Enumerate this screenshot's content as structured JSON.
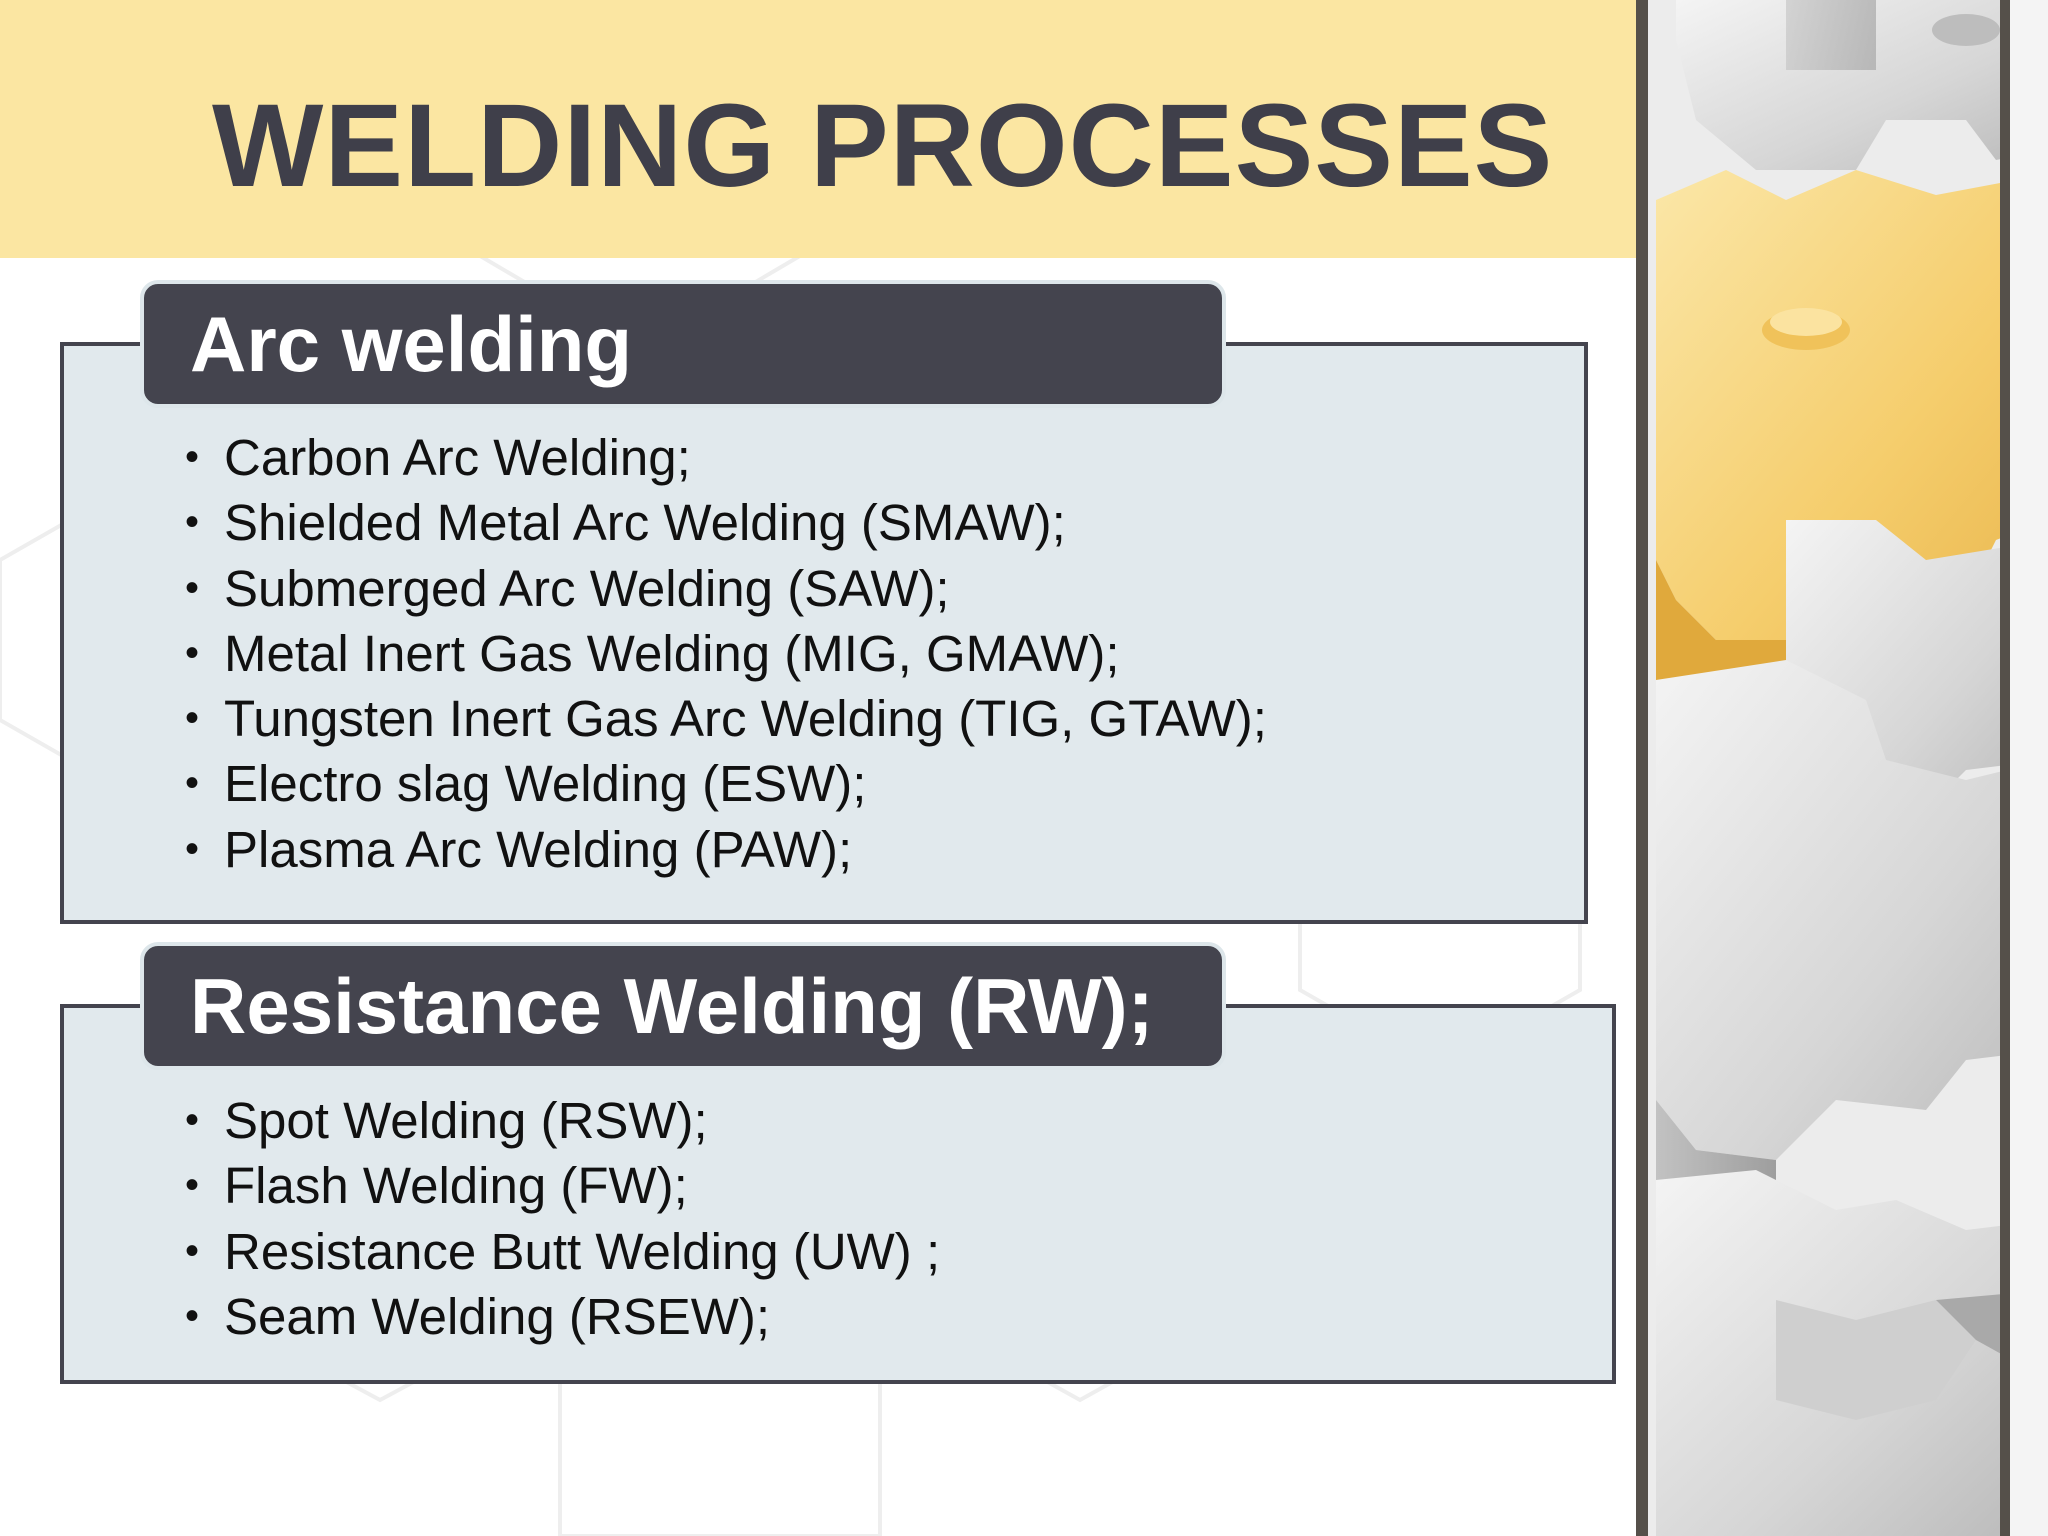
{
  "slide": {
    "title": "WELDING PROCESSES"
  },
  "sections": [
    {
      "heading": "Arc welding",
      "items": [
        "Carbon Arc Welding;",
        "Shielded Metal Arc Welding (SMAW);",
        "Submerged Arc Welding (SAW);",
        "Metal Inert Gas Welding (MIG, GMAW);",
        "Tungsten Inert Gas Arc Welding (TIG, GTAW);",
        "Electro slag Welding (ESW);",
        "Plasma Arc Welding (PAW);"
      ]
    },
    {
      "heading": "Resistance Welding (RW);",
      "items": [
        "Spot Welding (RSW);",
        "Flash Welding (FW);",
        "Resistance Butt Welding (UW) ;",
        "Seam Welding (RSEW);"
      ]
    }
  ],
  "colors": {
    "header_band": "#fbe6a2",
    "title_text": "#3f3f4a",
    "section_header_bg": "#44444e",
    "box_bg": "#e1e9ed",
    "gear_yellow": "#f7d37a",
    "gear_grey": "#d9d9d9"
  },
  "decorations": {
    "background": "hexagon-pattern",
    "side_image": "gears-image"
  }
}
